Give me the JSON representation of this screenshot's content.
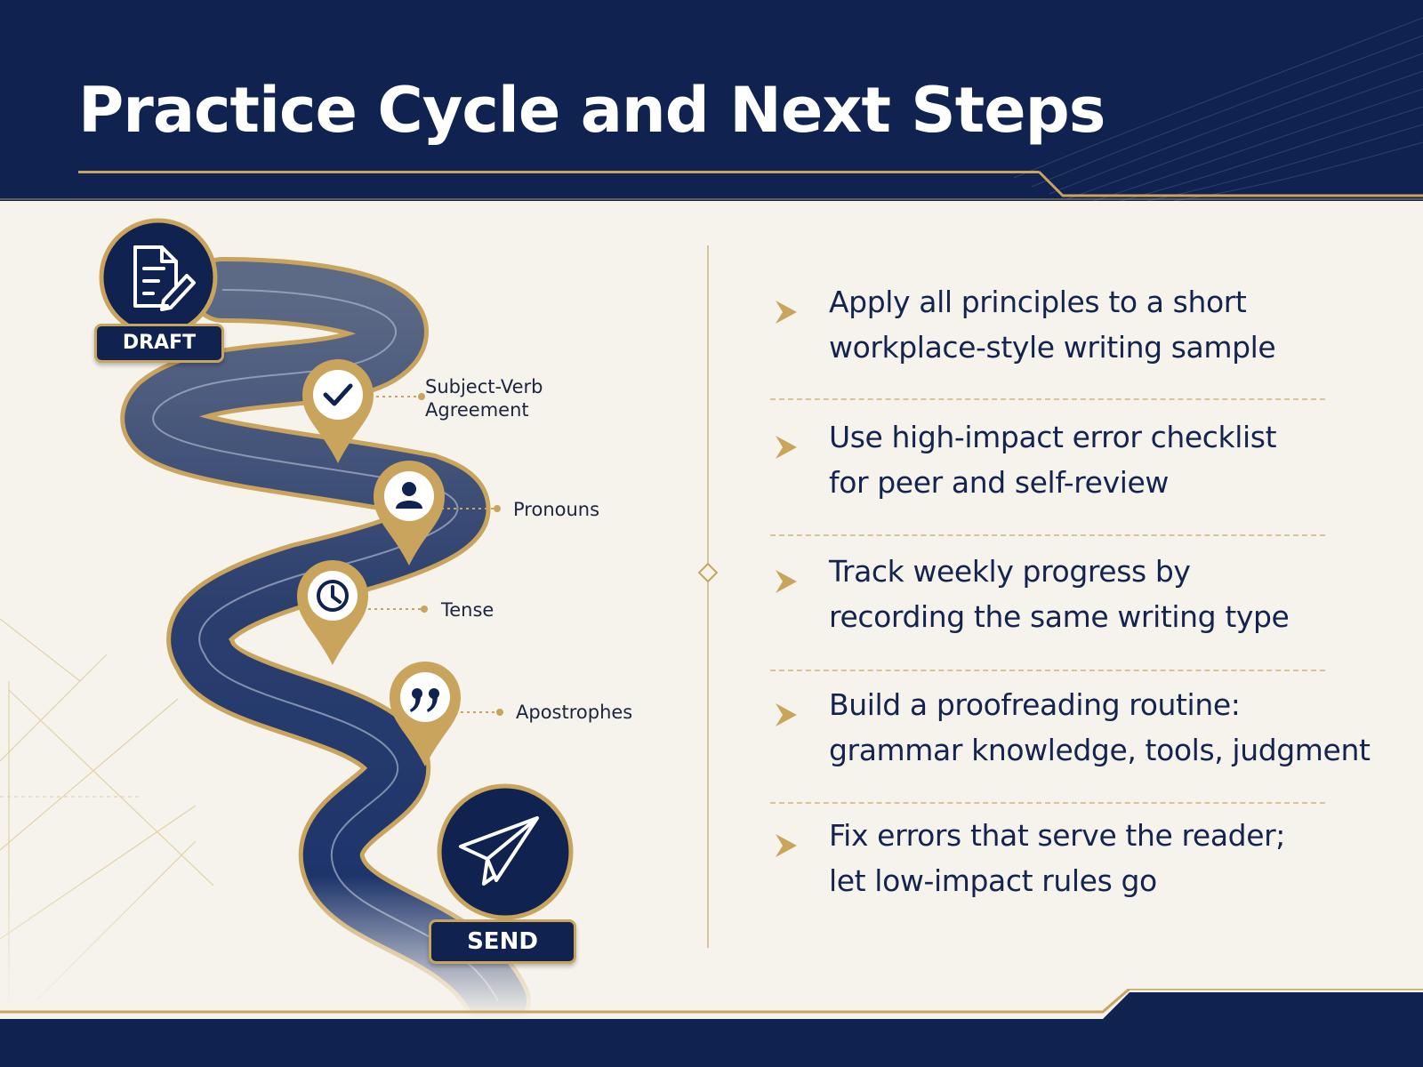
{
  "slide": {
    "title": "Practice Cycle and Next Steps"
  },
  "roadmap": {
    "start": {
      "label": "DRAFT",
      "icon": "document-edit-icon"
    },
    "end": {
      "label": "SEND",
      "icon": "paper-plane-icon"
    },
    "stops": [
      {
        "label": "Subject-Verb\nAgreement",
        "icon": "checkmark-icon"
      },
      {
        "label": "Pronouns",
        "icon": "person-icon"
      },
      {
        "label": "Tense",
        "icon": "clock-icon"
      },
      {
        "label": "Apostrophes",
        "icon": "quote-marks-icon"
      }
    ]
  },
  "next_steps": [
    {
      "text": "Apply all principles to a short\nworkplace-style writing sample"
    },
    {
      "text": "Use high-impact error checklist\nfor peer and self-review"
    },
    {
      "text": "Track weekly progress by\nrecording the same writing type"
    },
    {
      "text": "Build a proofreading routine:\ngrammar knowledge, tools, judgment"
    },
    {
      "text": "Fix errors that serve the reader;\nlet low-impact rules go"
    }
  ],
  "colors": {
    "navy": "#0f2250",
    "gold": "#c9a45c",
    "background": "#f6f3ec",
    "text": "#14244f"
  }
}
